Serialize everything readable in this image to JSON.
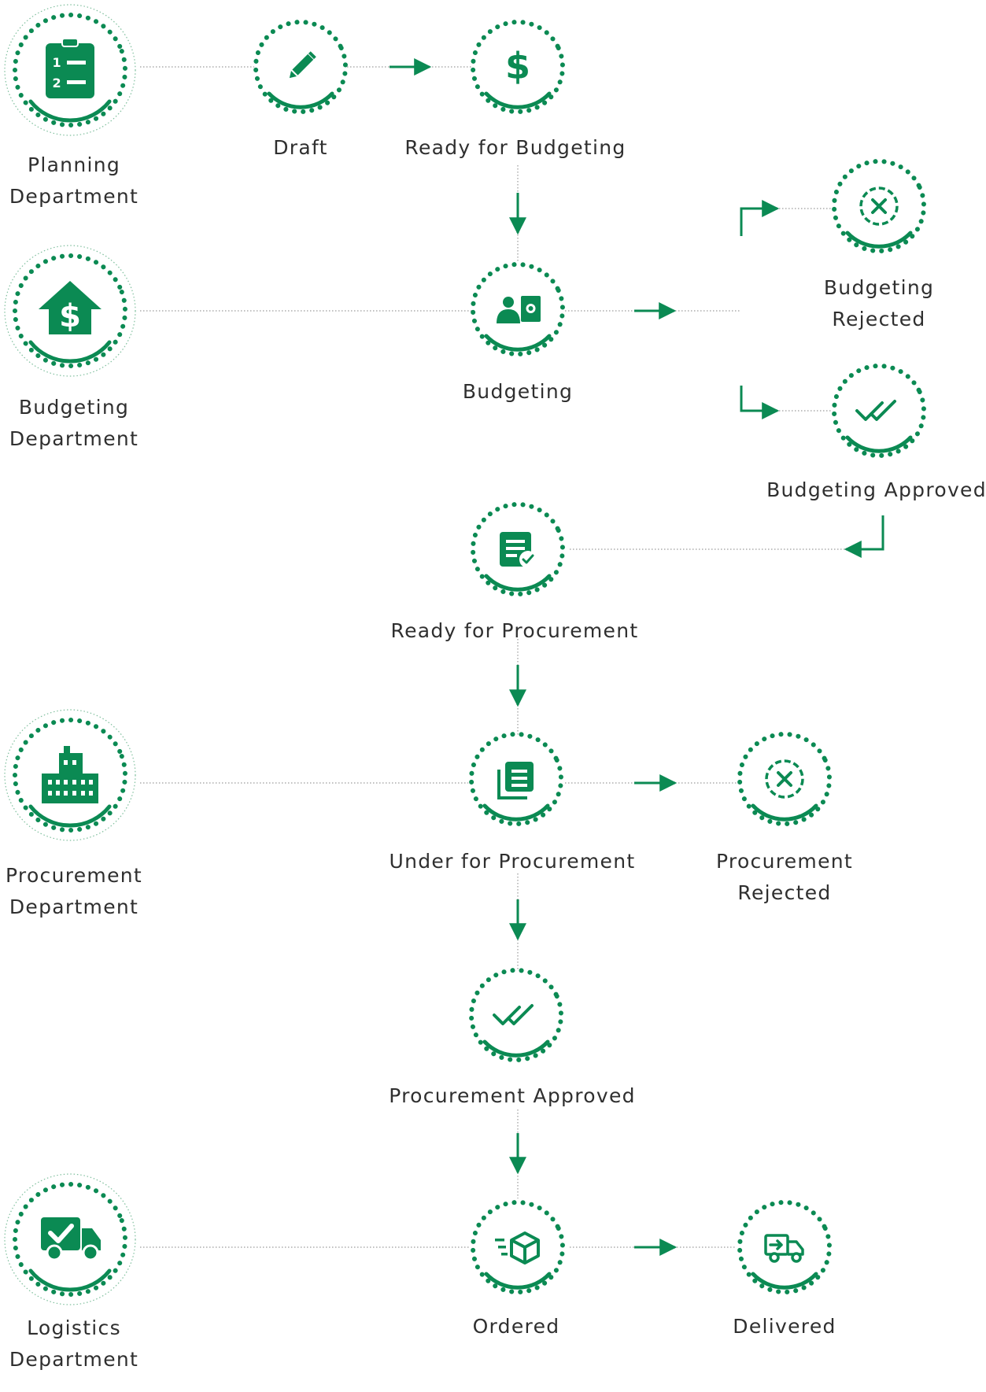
{
  "colors": {
    "accent": "#0b8a53",
    "dots": "#0b8a53",
    "line": "#9a9a9a",
    "text": "#2f2f2f"
  },
  "departments": [
    {
      "id": "planning",
      "line1": "Planning",
      "line2": "Department",
      "icon": "clipboard-list-icon"
    },
    {
      "id": "budgeting",
      "line1": "Budgeting",
      "line2": "Department",
      "icon": "house-dollar-icon"
    },
    {
      "id": "procurement",
      "line1": "Procurement",
      "line2": "Department",
      "icon": "building-icon"
    },
    {
      "id": "logistics",
      "line1": "Logistics",
      "line2": "Department",
      "icon": "truck-check-icon"
    }
  ],
  "statuses": {
    "draft": {
      "line1": "Draft",
      "icon": "pencil-icon"
    },
    "ready_budgeting": {
      "line1": "Ready for Budgeting",
      "icon": "dollar-icon"
    },
    "budgeting": {
      "line1": "Budgeting",
      "icon": "user-money-icon"
    },
    "budgeting_rejected": {
      "line1": "Budgeting",
      "line2": "Rejected",
      "icon": "x-circle-icon"
    },
    "budgeting_approved": {
      "line1": "Budgeting Approved",
      "icon": "double-check-icon"
    },
    "ready_procurement": {
      "line1": "Ready for Procurement",
      "icon": "document-check-icon"
    },
    "under_procurement": {
      "line1": "Under for Procurement",
      "icon": "documents-icon"
    },
    "procurement_rejected": {
      "line1": "Procurement",
      "line2": "Rejected",
      "icon": "x-circle-icon"
    },
    "procurement_approved": {
      "line1": "Procurement Approved",
      "icon": "double-check-icon"
    },
    "ordered": {
      "line1": "Ordered",
      "icon": "fast-box-icon"
    },
    "delivered": {
      "line1": "Delivered",
      "icon": "delivery-truck-icon"
    }
  }
}
